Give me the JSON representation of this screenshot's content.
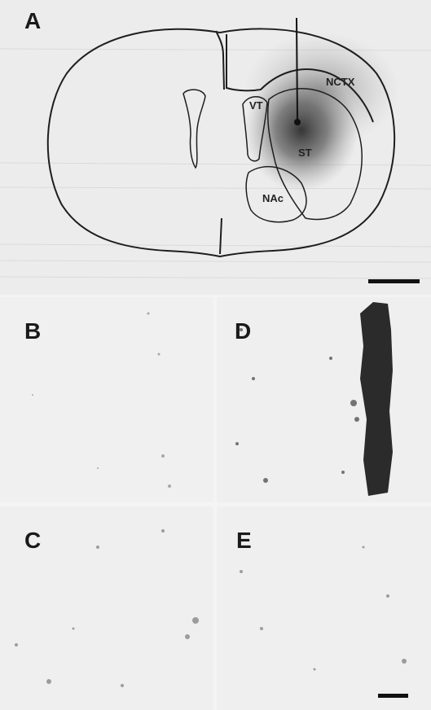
{
  "panels": {
    "A": {
      "label": "A",
      "regions": [
        "NCTX",
        "VT",
        "ST",
        "NAc"
      ]
    },
    "B": {
      "label": "B"
    },
    "C": {
      "label": "C"
    },
    "D": {
      "label": "D"
    },
    "E": {
      "label": "E"
    }
  },
  "colors": {
    "background": "#ececec",
    "outline": "#1e1e1e",
    "stain": "#4a4a4a"
  }
}
